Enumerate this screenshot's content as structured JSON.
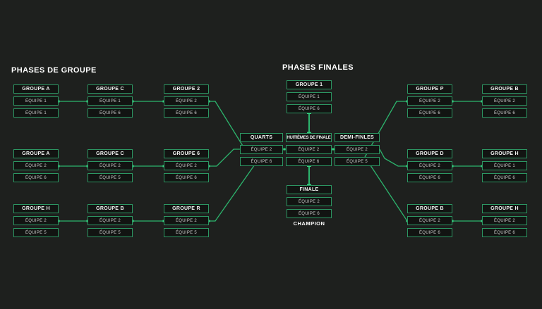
{
  "titles": {
    "group_phase": "PHASES DE GROUPE",
    "finals": "PHASES FINALES",
    "champion": "CHAMPION"
  },
  "colors": {
    "background": "#1e201e",
    "box_fill": "#121412",
    "box_border": "#2c9662",
    "wire": "#2cb56d",
    "node_dot": "#35d07f",
    "text": "#ffffff"
  },
  "group_stage": {
    "rows": [
      [
        {
          "name": "GROUPE A",
          "teams": [
            "ÉQUIPE 1",
            "ÉQUIPE 1"
          ]
        },
        {
          "name": "GROUPE C",
          "teams": [
            "ÉQUIPE 1",
            "ÉQUIPE 6"
          ]
        },
        {
          "name": "GROUPE 2",
          "teams": [
            "ÉQUIPE 2",
            "ÉQUIPE 6"
          ]
        }
      ],
      [
        {
          "name": "GROUPE A",
          "teams": [
            "ÉQUIPE 2",
            "ÉQUIPE 6"
          ]
        },
        {
          "name": "GROUPE C",
          "teams": [
            "ÉQUIPE 2",
            "ÉQUIPE 5"
          ]
        },
        {
          "name": "GROUPE 6",
          "teams": [
            "ÉQUIPE 2",
            "ÉQUIPE 6"
          ]
        }
      ],
      [
        {
          "name": "GROUPE H",
          "teams": [
            "ÉQUIPE 2",
            "ÉQUIPE 5"
          ]
        },
        {
          "name": "GROUPE B",
          "teams": [
            "ÉQUIPE 2",
            "ÉQUIPE 5"
          ]
        },
        {
          "name": "GROUPE R",
          "teams": [
            "ÉQUIPE 2",
            "ÉQUIPE 5"
          ]
        }
      ]
    ]
  },
  "finals": {
    "qualifier": {
      "name": "GROUPE 1",
      "teams": [
        "ÉQUIPE 1",
        "ÉQUIPE 6"
      ]
    },
    "rounds": [
      {
        "name": "QUARTS",
        "teams": [
          "ÉQUIPE 2",
          "ÉQUIPE 6"
        ]
      },
      {
        "name": "HUITIÈMES DE FINALE",
        "teams": [
          "ÉQUIPE 2",
          "ÉQUIPE 6"
        ]
      },
      {
        "name": "DEMI-FINLES",
        "teams": [
          "ÉQUIPE 2",
          "ÉQUIPE 5"
        ]
      }
    ],
    "finale": {
      "name": "FINALE",
      "teams": [
        "ÉQUIPE 2",
        "ÉQUIPE 6"
      ]
    }
  },
  "knockout_groups": {
    "rows": [
      [
        {
          "name": "GROUPE P",
          "teams": [
            "ÉQUIPE 2",
            "ÉQUIPE 6"
          ]
        },
        {
          "name": "GROUPE B",
          "teams": [
            "ÉQUIPE 2",
            "ÉQUIPE 6"
          ]
        }
      ],
      [
        {
          "name": "GROUPE D",
          "teams": [
            "ÉQUIPE 2",
            "ÉQUIPE 6"
          ]
        },
        {
          "name": "GROUPE H",
          "teams": [
            "ÉQUIPE 1",
            "ÉQUIPE 6"
          ]
        }
      ],
      [
        {
          "name": "GROUPE B",
          "teams": [
            "ÉQUIPE 2",
            "ÉQUIPE 6"
          ]
        },
        {
          "name": "GROUPE H",
          "teams": [
            "ÉQUIPE 2",
            "ÉQUIPE 6"
          ]
        }
      ]
    ]
  }
}
